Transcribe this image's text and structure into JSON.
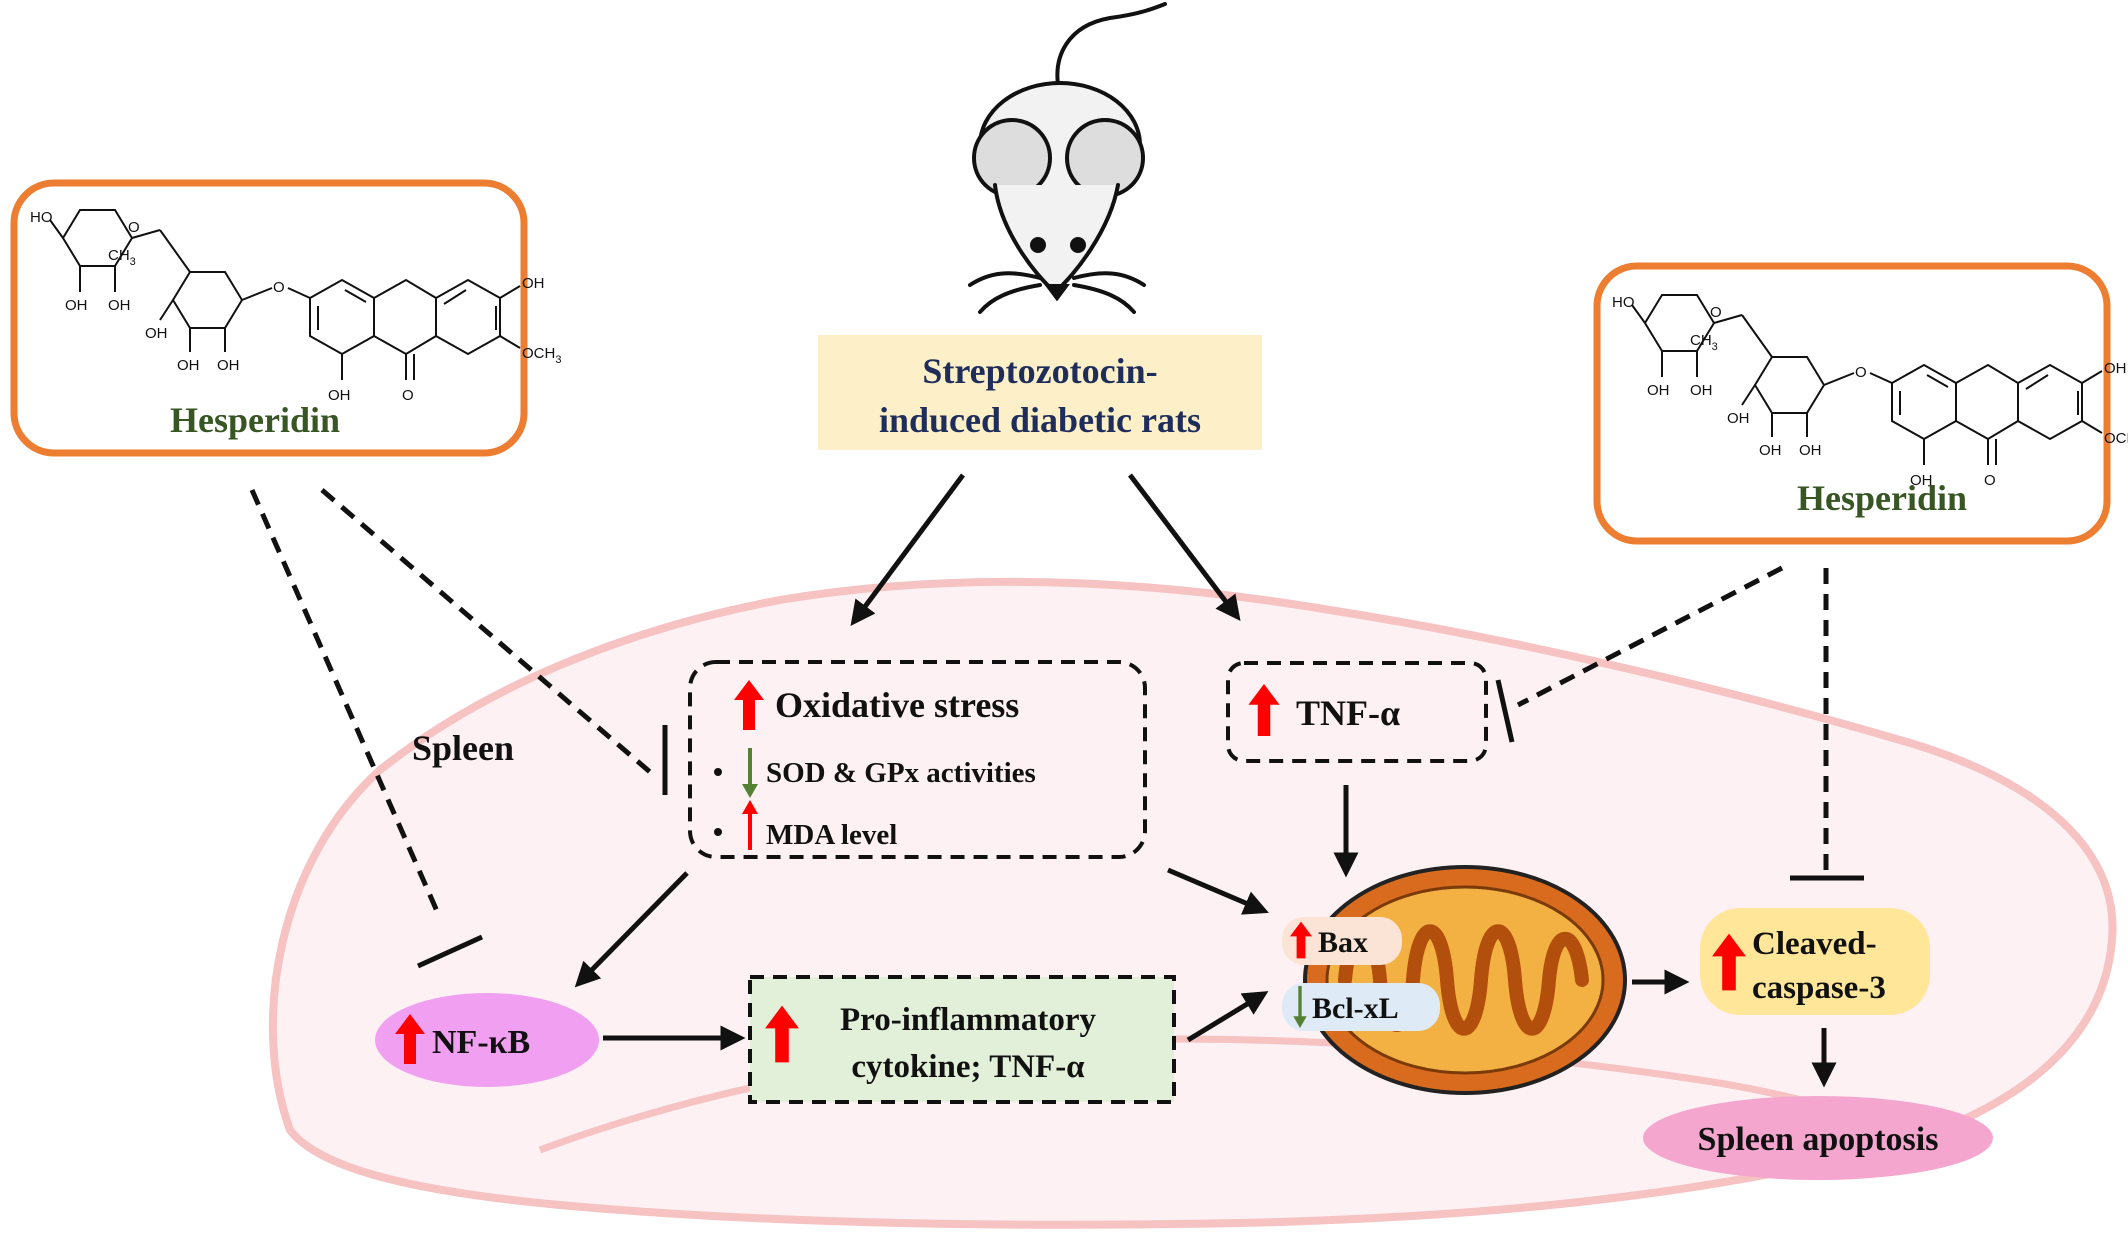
{
  "hesperidin_left": {
    "name": "Hesperidin"
  },
  "hesperidin_right": {
    "name": "Hesperidin"
  },
  "model": {
    "line1": "Streptozotocin-",
    "line2": "induced diabetic rats"
  },
  "organ": {
    "label": "Spleen"
  },
  "oxidative": {
    "title": "Oxidative stress",
    "item1": "SOD & GPx activities",
    "item2": "MDA level"
  },
  "tnf": {
    "label": "TNF-α"
  },
  "nfkb": {
    "label": "NF-κB"
  },
  "cytokine": {
    "line1": "Pro-inflammatory",
    "line2": "cytokine;  TNF-α"
  },
  "bax": {
    "label": "Bax"
  },
  "bclxl": {
    "label": "Bcl-xL"
  },
  "caspase": {
    "line1": "Cleaved-",
    "line2": "caspase-3"
  },
  "apoptosis": {
    "label": "Spleen apoptosis"
  },
  "chem_labels": {
    "ho": "HO",
    "oh": "OH",
    "ch3": "CH",
    "och3": "OCH",
    "o": "O",
    "sub3": "3"
  },
  "colors": {
    "hesperidin_border": "#ed7d31",
    "hesperidin_text": "#375623",
    "model_fill": "#fdf0c8",
    "model_text": "#1f2d5a",
    "spleen_fill": "#fdf1f4",
    "spleen_stroke": "#f6c2c2",
    "nfkb_fill": "#f19ff0",
    "cytokine_fill": "#e2f0d9",
    "bax_fill": "#fbe4d5",
    "bclxl_fill": "#deebf7",
    "caspase_fill": "#ffe699",
    "apoptosis_fill": "#f4a6cf",
    "up_arrow": "#ff0000",
    "down_arrow": "#548235",
    "mito_outer": "#d86b1e",
    "mito_inner": "#f2b142"
  }
}
